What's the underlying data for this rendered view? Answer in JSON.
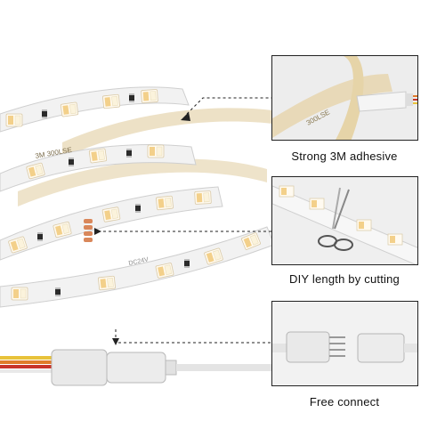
{
  "product": {
    "strip_print_label": "DC24V",
    "tape_print_label": "3M 300LSE"
  },
  "features": [
    {
      "caption": "Strong 3M adhesive",
      "icon": "adhesive-peel-icon"
    },
    {
      "caption": "DIY length by cutting",
      "icon": "scissors-icon"
    },
    {
      "caption": "Free connect",
      "icon": "connector-icon"
    }
  ],
  "colors": {
    "strip_white": "#f2f2f2",
    "tape_beige": "#e8d9b8",
    "led_warm": "#f3d08a",
    "led_cool": "#fbf3dc",
    "copper_pad": "#d9875a",
    "connector_white": "#e9e9e9",
    "wire_orange": "#e07b2a",
    "wire_red": "#c8332a",
    "wire_yellow": "#e8c23a"
  }
}
